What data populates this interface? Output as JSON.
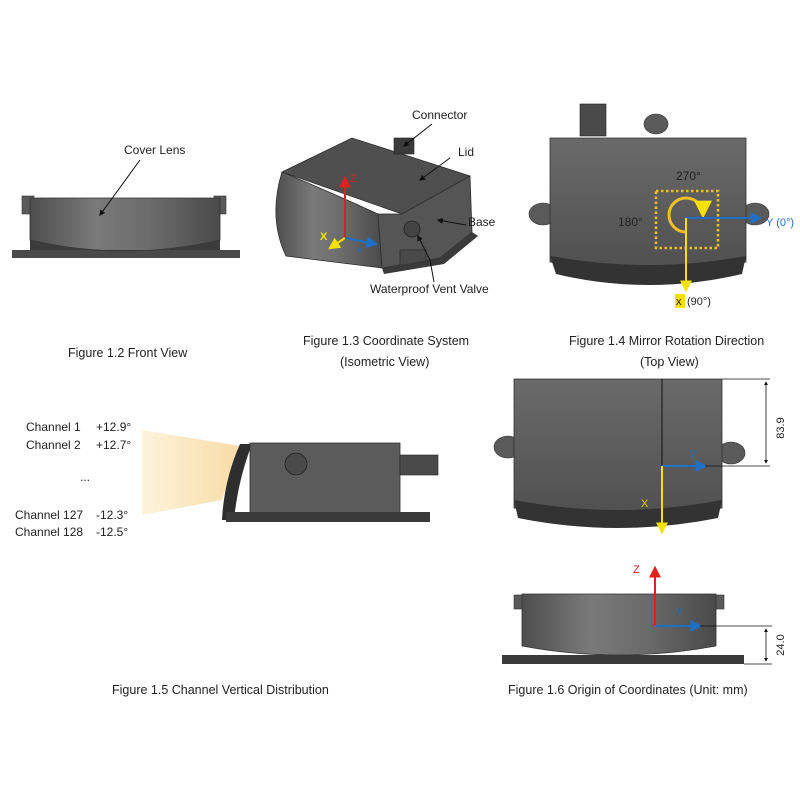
{
  "figures": {
    "front_view": {
      "caption": "Figure 1.2 Front View",
      "callout_cover_lens": "Cover Lens"
    },
    "coordinate_system": {
      "caption_line1": "Figure 1.3 Coordinate System",
      "caption_line2": "(Isometric View)",
      "callout_connector": "Connector",
      "callout_lid": "Lid",
      "callout_base": "Base",
      "callout_vent": "Waterproof Vent Valve",
      "axis_z": "Z",
      "axis_x": "X",
      "axis_y": "Y"
    },
    "mirror_rotation": {
      "caption_line1": "Figure 1.4 Mirror Rotation Direction",
      "caption_line2": "(Top View)",
      "angle_270": "270°",
      "angle_180": "180°",
      "axis_y_label": "Y (0°)",
      "axis_x_label": "x",
      "axis_x_angle": "(90°)"
    },
    "channel_distribution": {
      "caption": "Figure 1.5 Channel Vertical Distribution",
      "channels": [
        {
          "name": "Channel 1",
          "angle": "+12.9°"
        },
        {
          "name": "Channel 2",
          "angle": "+12.7°"
        },
        {
          "name": "...",
          "angle": ""
        },
        {
          "name": "Channel 127",
          "angle": "-12.3°"
        },
        {
          "name": "Channel 128",
          "angle": "-12.5°"
        }
      ]
    },
    "origin": {
      "caption": "Figure 1.6 Origin of Coordinates (Unit: mm)",
      "dim_top": "83.9",
      "dim_side": "24.0",
      "top_axis_y": "Y",
      "top_axis_x": "X",
      "side_axis_z": "Z",
      "side_axis_y": "Y"
    }
  },
  "colors": {
    "body": "#5a5a5a",
    "body_light": "#6e6e6e",
    "body_dark": "#3a3a3a",
    "axis_red": "#e02020",
    "axis_blue": "#1f6fc4",
    "axis_yellow": "#f5e000",
    "beam": "#fbe8c2"
  }
}
